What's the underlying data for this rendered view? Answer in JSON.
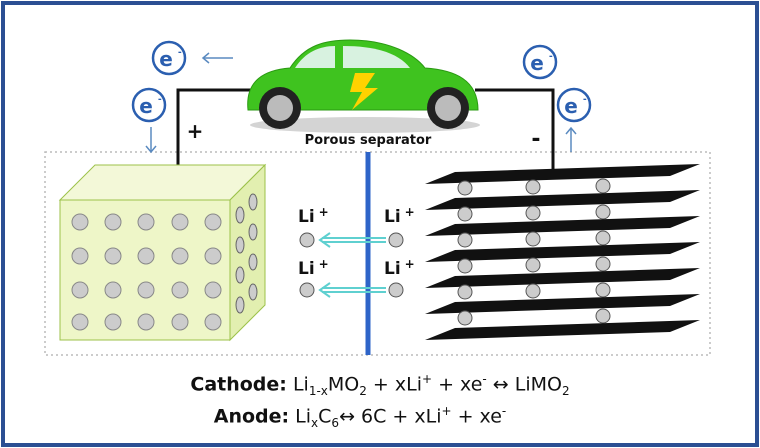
{
  "labels": {
    "electron": "e",
    "electron_sup": "-",
    "plus": "+",
    "minus": "-",
    "separator": "Porous separator",
    "li": "Li",
    "li_sup": "+"
  },
  "equations": {
    "cathode_label": "Cathode:",
    "cathode_p1": "Li",
    "cathode_sub1": "1-x",
    "cathode_p2": "MO",
    "cathode_sub2": "2",
    "cathode_p3": " + xLi",
    "cathode_sup1": "+",
    "cathode_p4": " + xe",
    "cathode_sup2": "-",
    "cathode_p5": " ↔ LiMO",
    "cathode_sub3": "2",
    "anode_label": "Anode:",
    "anode_p1": "Li",
    "anode_sub1": "x",
    "anode_p2": "C",
    "anode_sub2": "6",
    "anode_p3": "↔ 6C + xLi",
    "anode_sup1": "+",
    "anode_p4": " + xe",
    "anode_sup2": "-"
  },
  "colors": {
    "frame": "#2b4f93",
    "car": "#3fc31f",
    "separator": "#2e64c8",
    "cathode": "#eef6c8",
    "electron": "#2b5fb0"
  }
}
